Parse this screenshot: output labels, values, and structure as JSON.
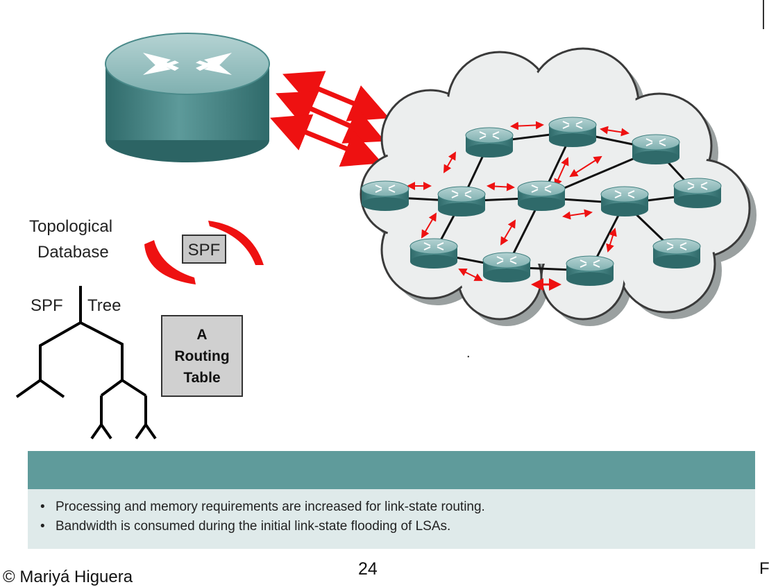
{
  "labels": {
    "topological_line1": "Topological",
    "topological_line2": "Database",
    "spf_box": "SPF",
    "spf_tree_left": "SPF",
    "spf_tree_right": "Tree",
    "routing_line1": "A",
    "routing_line2": "Routing",
    "routing_line3": "Table",
    "dot": "."
  },
  "bullets": [
    "Processing and memory requirements are increased for link-state routing.",
    "Bandwidth is consumed during the initial link-state flooding of LSAs."
  ],
  "footer": {
    "page_number": "24",
    "copyright": "© Mariyá Higuera",
    "right_letter": "F"
  },
  "colors": {
    "router_body": "#3f7f7f",
    "router_top": "#9fc4c4",
    "arrow_red": "#ee1111",
    "cloud_fill": "#eceeee",
    "cloud_shadow": "#9aa0a0",
    "panel_head": "#5f9b9b",
    "panel_body": "#dfeaea"
  },
  "icons": {
    "router": "router-icon",
    "cloud": "network-cloud-icon",
    "tree": "spf-tree-icon"
  }
}
